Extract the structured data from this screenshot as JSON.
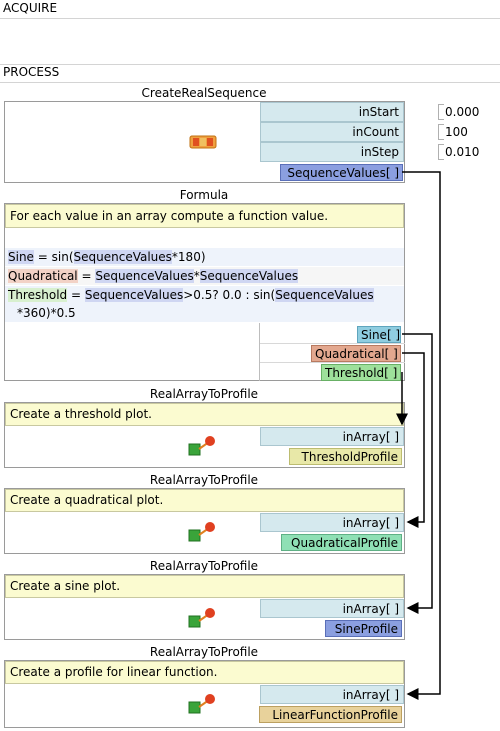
{
  "sections": {
    "acquire": "ACQUIRE",
    "process": "PROCESS"
  },
  "colors": {
    "port_in_bg": "#d5e9ee",
    "desc_bg": "#fbfbd0",
    "sequence_pill": "#8b9fe0",
    "sine_pill": "#8fcde0",
    "quad_pill": "#e3a88f",
    "threshold_pill": "#9ee09b",
    "profile_pill": "#e8e8a8",
    "quad_profile_pill": "#8fe0b5"
  },
  "create_sequence": {
    "title": "CreateRealSequence",
    "inputs": [
      {
        "label": "inStart",
        "value": "0.000"
      },
      {
        "label": "inCount",
        "value": "100"
      },
      {
        "label": "inStep",
        "value": "0.010"
      }
    ],
    "output": "SequenceValues[ ]",
    "icon": "sequence-icon"
  },
  "formula": {
    "title": "Formula",
    "description": "For each value in an array compute a function value.",
    "lines": {
      "sine_name": "Sine",
      "sine_rest1": " = sin(",
      "sine_seq": "SequenceValues",
      "sine_rest2": "*180)",
      "quad_name": "Quadratical",
      "quad_eq": " = ",
      "quad_seq1": "SequenceValues",
      "quad_op": "*",
      "quad_seq2": "SequenceValues",
      "thr_name": "Threshold",
      "thr_eq": " = ",
      "thr_seq1": "SequenceValues",
      "thr_mid": ">0.5? 0.0 : sin(",
      "thr_seq2": "SequenceValues",
      "thr_cont": "*360)*0.5"
    },
    "outputs": [
      "Sine[ ]",
      "Quadratical[ ]",
      "Threshold[ ]"
    ]
  },
  "profiles": [
    {
      "title": "RealArrayToProfile",
      "description": "Create a threshold plot.",
      "input": "inArray[ ]",
      "output": "ThresholdProfile"
    },
    {
      "title": "RealArrayToProfile",
      "description": "Create a quadratical plot.",
      "input": "inArray[ ]",
      "output": "QuadraticalProfile"
    },
    {
      "title": "RealArrayToProfile",
      "description": "Create a sine plot.",
      "input": "inArray[ ]",
      "output": "SineProfile"
    },
    {
      "title": "RealArrayToProfile",
      "description": "Create a profile for linear function.",
      "input": "inArray[ ]",
      "output": "LinearFunctionProfile"
    }
  ]
}
